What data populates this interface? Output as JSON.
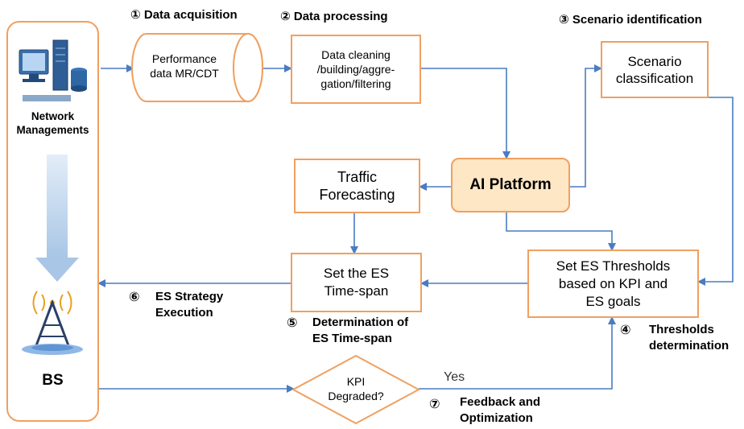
{
  "steps": {
    "s1": "① Data acquisition",
    "s2": "②  Data processing",
    "s3": "③  Scenario identification",
    "s4_num": "④",
    "s4": "Thresholds\ndetermination",
    "s5_num": "⑤",
    "s5": "Determination of\nES Time-span",
    "s6_num": "⑥",
    "s6": "ES Strategy\nExecution",
    "s7_num": "⑦",
    "s7": "Feedback and\nOptimization"
  },
  "nodes": {
    "network": "Network\nManagements",
    "bs": "BS",
    "perf": "Performance\ndata MR/CDT",
    "cleaning": "Data cleaning\n/building/aggre-\ngation/filtering",
    "scenario": "Scenario\nclassification",
    "ai": "AI Platform",
    "traffic": "Traffic\nForecasting",
    "thresholds": "Set ES Thresholds\nbased on KPI and\nES goals",
    "timespan": "Set the ES\nTime-span",
    "kpi": "KPI\nDegraded?",
    "yes": "Yes"
  },
  "colors": {
    "border": "#f0a060",
    "arrow": "#4a7cc2",
    "ai_fill": "#fde7c4",
    "bigarrow": "#c3d7ee"
  }
}
